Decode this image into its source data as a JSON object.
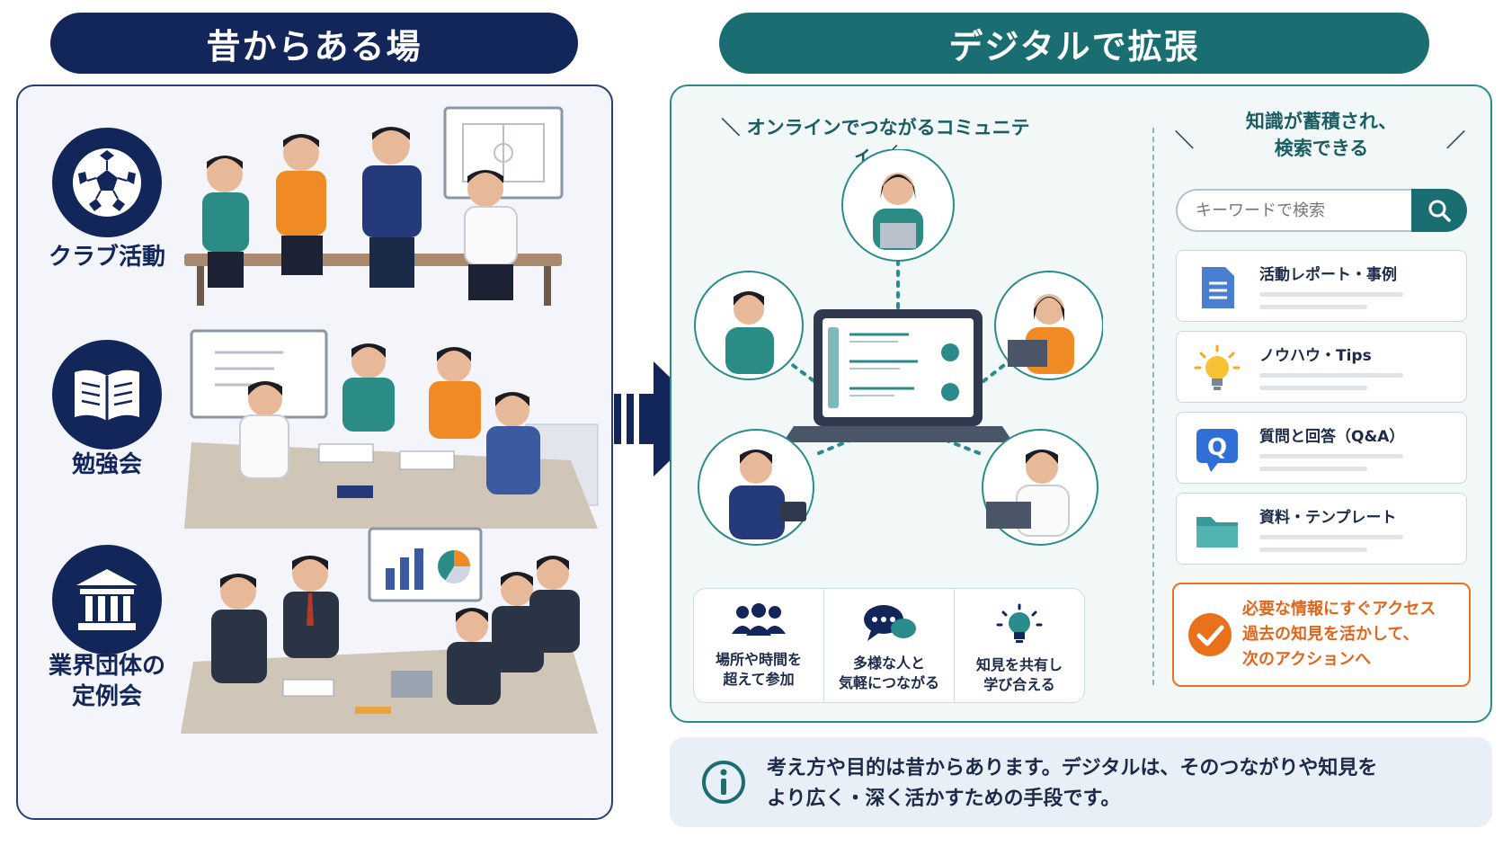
{
  "header": {
    "left_title": "昔からある場",
    "right_title": "デジタルで拡張"
  },
  "left": {
    "categories": [
      {
        "label": "クラブ活動",
        "icon": "soccer-ball-icon"
      },
      {
        "label": "勉強会",
        "icon": "open-book-icon"
      },
      {
        "label": "業界団体の\n定例会",
        "icon": "institution-building-icon"
      }
    ]
  },
  "right": {
    "community_title": "オンラインでつながるコミュニティ",
    "knowledge_title": "知識が蓄積され、\n検索できる",
    "search": {
      "placeholder": "キーワードで検索"
    },
    "cards": [
      {
        "title": "活動レポート・事例",
        "icon": "document-icon"
      },
      {
        "title": "ノウハウ・Tips",
        "icon": "lightbulb-icon"
      },
      {
        "title": "質問と回答（Q&A）",
        "icon": "qa-bubble-icon"
      },
      {
        "title": "資料・テンプレート",
        "icon": "folder-icon"
      }
    ],
    "callout": "必要な情報にすぐアクセス\n過去の知見を活かして、\n次のアクションへ",
    "benefits": [
      {
        "label": "場所や時間を\n超えて参加",
        "icon": "group-people-icon"
      },
      {
        "label": "多様な人と\n気軽につながる",
        "icon": "chat-bubbles-icon"
      },
      {
        "label": "知見を共有し\n学び合える",
        "icon": "idea-bulb-icon"
      }
    ]
  },
  "info": {
    "text": "考え方や目的は昔からあります。デジタルは、そのつながりや知見を\nより広く・深く活かすための手段です。"
  },
  "colors": {
    "navy": "#13265a",
    "teal": "#1a6e72",
    "orange": "#e9711c",
    "panel_left_bg": "#f3f5fa",
    "panel_right_bg": "#f2f8f8"
  }
}
